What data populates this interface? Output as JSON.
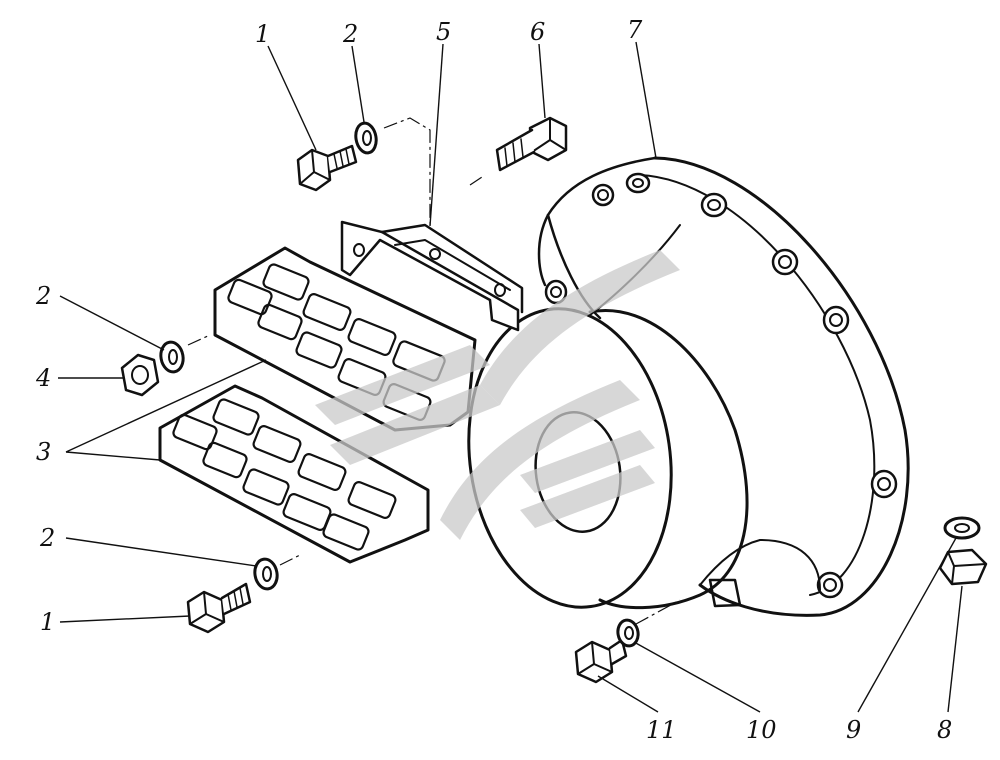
{
  "callouts": [
    {
      "id": "c1a",
      "label": "1"
    },
    {
      "id": "c2a",
      "label": "2"
    },
    {
      "id": "c5",
      "label": "5"
    },
    {
      "id": "c6",
      "label": "6"
    },
    {
      "id": "c7",
      "label": "7"
    },
    {
      "id": "c2b",
      "label": "2"
    },
    {
      "id": "c4",
      "label": "4"
    },
    {
      "id": "c3",
      "label": "3"
    },
    {
      "id": "c2c",
      "label": "2"
    },
    {
      "id": "c1b",
      "label": "1"
    },
    {
      "id": "c11",
      "label": "11"
    },
    {
      "id": "c10",
      "label": "10"
    },
    {
      "id": "c9",
      "label": "9"
    },
    {
      "id": "c8",
      "label": "8"
    }
  ]
}
